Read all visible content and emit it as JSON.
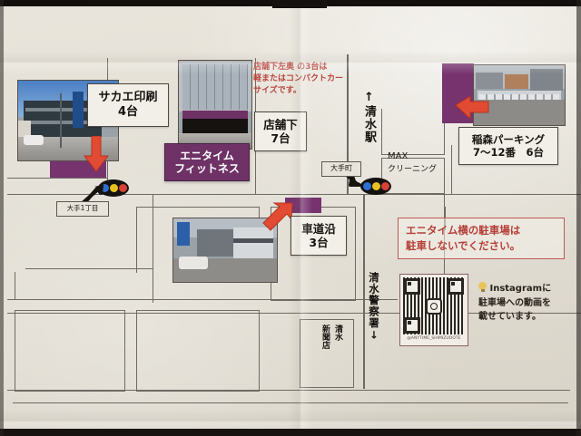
{
  "document": {
    "kind": "parking-map-flyer",
    "language": "ja"
  },
  "paper": {
    "background_color": "#e3dfd5",
    "line_color": "#6e6a63"
  },
  "palette": {
    "purple_lot": "#76336e",
    "purple_sign": "#6e3266",
    "red_text": "#b8443d",
    "red_arrow": "#e24b33",
    "signal_blue": "#2f6fd0",
    "signal_yellow": "#e8c020",
    "signal_red": "#d64235"
  },
  "callouts": [
    {
      "id": "sakae",
      "title": "サカエ印刷",
      "count": "4台"
    },
    {
      "id": "tenpo-shita",
      "title": "店舗下",
      "count": "7台"
    },
    {
      "id": "inamori",
      "title": "稲森パーキング",
      "count": "7〜12番　6台"
    },
    {
      "id": "shadou",
      "title": "車道沿",
      "count": "3台"
    }
  ],
  "signs": {
    "anytime_fitness": {
      "line1": "エニタイム",
      "line2": "フィットネス"
    }
  },
  "notes": {
    "compact_car": {
      "line1": "店舗下左奥 の3台は",
      "line2": "軽またはコンパクトカー",
      "line3": "サイズです。"
    },
    "no_parking": {
      "line1": "エニタイム横の駐車場は",
      "line2": "駐車しないでください。"
    },
    "instagram": {
      "icon": "lightbulb-icon",
      "line1": "Instagramに",
      "line2": "駐車場への動画を",
      "line3": "載せています。"
    }
  },
  "qr": {
    "name": "instagram-qr-code",
    "caption": "@ANYTIME_SHIMIZUOOTE"
  },
  "map_labels": {
    "station": "清水駅",
    "station_arrow": "↑",
    "otemachi": "大手町",
    "ote_1chome": "大手1丁目",
    "max_cleaning_line1": "MAX",
    "max_cleaning_line2": "クリーニング",
    "police": "清水警察署",
    "police_arrow": "↓",
    "newspaper_line1": "清水",
    "newspaper_line2": "新聞店"
  },
  "icons": {
    "traffic_signal": "traffic-signal-icon",
    "arrow_down": "red-down-arrow-icon",
    "arrow_up_left": "red-up-left-arrow-icon",
    "arrow_up_right": "red-up-right-arrow-icon",
    "black_arrow": "black-pointer-arrow-icon"
  },
  "photos": [
    {
      "id": "sakae-photo",
      "alt": "サカエ印刷 building photo"
    },
    {
      "id": "anytime-photo",
      "alt": "エニタイムフィットネス building photo"
    },
    {
      "id": "inamori-photo",
      "alt": "稲森パーキング lot photo"
    },
    {
      "id": "shadou-photo",
      "alt": "車道沿 parking photo"
    }
  ]
}
